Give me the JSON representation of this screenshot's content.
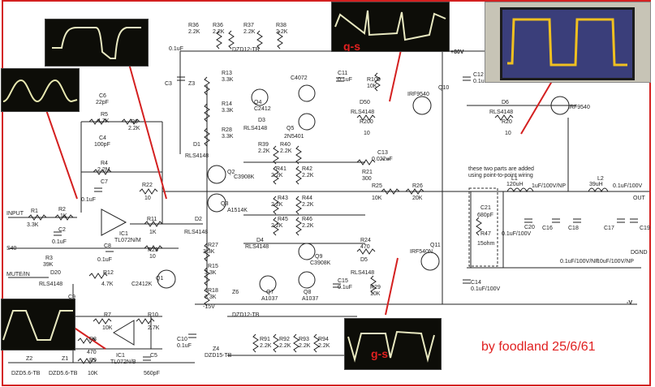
{
  "credit": "by foodland 25/6/61",
  "scope_labels": {
    "top_gs": "g-s",
    "bottom_gs": "g-s"
  },
  "note_lines": [
    "these two parts are added",
    "using point-to-point wiring"
  ],
  "rails": {
    "pos": "+80V",
    "neg": "-V"
  },
  "io": {
    "input": "INPUT",
    "out": "OUT",
    "dgnd": "DGND",
    "s40": "S40",
    "mute": "MUTE/IN"
  },
  "labels": [
    {
      "id": "r36",
      "t": "R36"
    },
    {
      "id": "r36v",
      "t": "2.2K"
    },
    {
      "id": "r36b",
      "t": "R36"
    },
    {
      "id": "r36bv",
      "t": "2.2K"
    },
    {
      "id": "r37",
      "t": "R37"
    },
    {
      "id": "r37v",
      "t": "2.2K"
    },
    {
      "id": "r38",
      "t": "R38"
    },
    {
      "id": "r38v",
      "t": "2.2K"
    },
    {
      "id": "dz1",
      "t": "DZD12-TB"
    },
    {
      "id": "c01",
      "t": "0.1uF"
    },
    {
      "id": "c3",
      "t": "C3"
    },
    {
      "id": "z3",
      "t": "Z3"
    },
    {
      "id": "r13",
      "t": "R13"
    },
    {
      "id": "r13v",
      "t": "3.3K"
    },
    {
      "id": "r14",
      "t": "R14"
    },
    {
      "id": "r14v",
      "t": "3.3K"
    },
    {
      "id": "r28",
      "t": "R28"
    },
    {
      "id": "r28v",
      "t": "3.3K"
    },
    {
      "id": "q4",
      "t": "Q4"
    },
    {
      "id": "q4v",
      "t": "C2412"
    },
    {
      "id": "d3",
      "t": "D3"
    },
    {
      "id": "d3v",
      "t": "RLS4148"
    },
    {
      "id": "q5",
      "t": "Q5"
    },
    {
      "id": "q5v",
      "t": "2N5401"
    },
    {
      "id": "q6",
      "t": "C4072"
    },
    {
      "id": "c11",
      "t": "C11"
    },
    {
      "id": "c11v",
      "t": "0.1uF"
    },
    {
      "id": "r100",
      "t": "R100"
    },
    {
      "id": "r100v",
      "t": "10K"
    },
    {
      "id": "d50",
      "t": "D50"
    },
    {
      "id": "d50v",
      "t": "RLS4148"
    },
    {
      "id": "r200",
      "t": "R200"
    },
    {
      "id": "r200v",
      "t": "10"
    },
    {
      "id": "q10",
      "t": "IRF9540"
    },
    {
      "id": "q10n",
      "t": "Q10"
    },
    {
      "id": "c12",
      "t": "C12"
    },
    {
      "id": "c12v",
      "t": "0.1u"
    },
    {
      "id": "d6",
      "t": "D6"
    },
    {
      "id": "d6v",
      "t": "RLS4148"
    },
    {
      "id": "r20",
      "t": "R20"
    },
    {
      "id": "r20v",
      "t": "10"
    },
    {
      "id": "q12",
      "t": "IRF9540"
    },
    {
      "id": "d1",
      "t": "D1"
    },
    {
      "id": "d1v",
      "t": "RLS4148"
    },
    {
      "id": "r39",
      "t": "R39"
    },
    {
      "id": "r39v",
      "t": "2.2K"
    },
    {
      "id": "r40",
      "t": "R40"
    },
    {
      "id": "r40v",
      "t": "2.2K"
    },
    {
      "id": "r41",
      "t": "R41"
    },
    {
      "id": "r41v",
      "t": "2.2K"
    },
    {
      "id": "r42",
      "t": "R42"
    },
    {
      "id": "r42v",
      "t": "2.2K"
    },
    {
      "id": "q2",
      "t": "Q2"
    },
    {
      "id": "q2v",
      "t": "C3908K"
    },
    {
      "id": "q3",
      "t": "Q3"
    },
    {
      "id": "q3v",
      "t": "A1514K"
    },
    {
      "id": "c13",
      "t": "C13"
    },
    {
      "id": "c13v",
      "t": "0.022uF"
    },
    {
      "id": "r21",
      "t": "R21"
    },
    {
      "id": "r21v",
      "t": "300"
    },
    {
      "id": "r25",
      "t": "R25"
    },
    {
      "id": "r25v",
      "t": "10K"
    },
    {
      "id": "r26",
      "t": "R26"
    },
    {
      "id": "r26v",
      "t": "20K"
    },
    {
      "id": "c6",
      "t": "C6"
    },
    {
      "id": "c6v",
      "t": "22pF"
    },
    {
      "id": "r5",
      "t": "R5"
    },
    {
      "id": "r5v",
      "t": "4.7K"
    },
    {
      "id": "r6",
      "t": "R6"
    },
    {
      "id": "r6v",
      "t": "2.2K"
    },
    {
      "id": "c4",
      "t": "C4"
    },
    {
      "id": "c4v",
      "t": "100pF"
    },
    {
      "id": "r4",
      "t": "R4"
    },
    {
      "id": "r4v",
      "t": "2.2M"
    },
    {
      "id": "c7",
      "t": "C7"
    },
    {
      "id": "c7v",
      "t": "0.1uF"
    },
    {
      "id": "r22",
      "t": "R22"
    },
    {
      "id": "r22v",
      "t": "10"
    },
    {
      "id": "r1",
      "t": "R1"
    },
    {
      "id": "r1v",
      "t": "3.3K"
    },
    {
      "id": "r2",
      "t": "R2"
    },
    {
      "id": "r2v",
      "t": "1K"
    },
    {
      "id": "c2",
      "t": "C2"
    },
    {
      "id": "c2v",
      "t": "0.1uF"
    },
    {
      "id": "ic1",
      "t": "IC1"
    },
    {
      "id": "ic1v",
      "t": "TL072N/M"
    },
    {
      "id": "r11",
      "t": "R11"
    },
    {
      "id": "r11v",
      "t": "1K"
    },
    {
      "id": "d2",
      "t": "D2"
    },
    {
      "id": "d2v",
      "t": "RLS4148"
    },
    {
      "id": "c8",
      "t": "C8"
    },
    {
      "id": "c8v",
      "t": "0.1uF"
    },
    {
      "id": "r23",
      "t": "R23"
    },
    {
      "id": "r23v",
      "t": "10"
    },
    {
      "id": "r3",
      "t": "R3"
    },
    {
      "id": "r3v",
      "t": "39K"
    },
    {
      "id": "d20",
      "t": "D20"
    },
    {
      "id": "d20v",
      "t": "RLS4148"
    },
    {
      "id": "r12",
      "t": "R12"
    },
    {
      "id": "r12v",
      "t": "4.7K"
    },
    {
      "id": "q1",
      "t": "Q1"
    },
    {
      "id": "q1v",
      "t": "C2412K"
    },
    {
      "id": "c9",
      "t": "C9"
    },
    {
      "id": "c9v",
      "t": "uF"
    },
    {
      "id": "r7",
      "t": "R7"
    },
    {
      "id": "r7v",
      "t": "10K"
    },
    {
      "id": "r10",
      "t": "R10"
    },
    {
      "id": "r10v",
      "t": "2.7K"
    },
    {
      "id": "r8",
      "t": "R8"
    },
    {
      "id": "r8v",
      "t": "470"
    },
    {
      "id": "r9",
      "t": "R9"
    },
    {
      "id": "r9v",
      "t": "10K"
    },
    {
      "id": "ic1b",
      "t": "IC1"
    },
    {
      "id": "ic1bv",
      "t": "TL072N/B"
    },
    {
      "id": "c5",
      "t": "C5"
    },
    {
      "id": "c5v",
      "t": "560pF"
    },
    {
      "id": "z2",
      "t": "Z2"
    },
    {
      "id": "z2v",
      "t": "DZD5.6-TB"
    },
    {
      "id": "z1",
      "t": "Z1"
    },
    {
      "id": "z1v",
      "t": "DZD5.6-TB"
    },
    {
      "id": "r27",
      "t": "R27"
    },
    {
      "id": "r27v",
      "t": "3.3K"
    },
    {
      "id": "r15",
      "t": "R15"
    },
    {
      "id": "r15v",
      "t": "3.3K"
    },
    {
      "id": "r18",
      "t": "R18"
    },
    {
      "id": "r18v",
      "t": "3.3K"
    },
    {
      "id": "m15",
      "t": "-15V"
    },
    {
      "id": "d4",
      "t": "D4"
    },
    {
      "id": "d4v",
      "t": "RLS4148"
    },
    {
      "id": "q7",
      "t": "Q7"
    },
    {
      "id": "q7v",
      "t": "A1037"
    },
    {
      "id": "q8",
      "t": "Q8"
    },
    {
      "id": "q8v",
      "t": "A1037"
    },
    {
      "id": "q9",
      "t": "Q9"
    },
    {
      "id": "q9v",
      "t": "C3908K"
    },
    {
      "id": "z6",
      "t": "Z6"
    },
    {
      "id": "c15",
      "t": "C15"
    },
    {
      "id": "c15v",
      "t": "0.1uF"
    },
    {
      "id": "r29",
      "t": "R29"
    },
    {
      "id": "r29v",
      "t": "10K"
    },
    {
      "id": "d5",
      "t": "D5"
    },
    {
      "id": "d5v",
      "t": "RLS4148"
    },
    {
      "id": "r24",
      "t": "R24"
    },
    {
      "id": "r24v",
      "t": "470"
    },
    {
      "id": "q11",
      "t": "Q11"
    },
    {
      "id": "q11v",
      "t": "IRF540N"
    },
    {
      "id": "c14",
      "t": "C14"
    },
    {
      "id": "c14v",
      "t": "0.1uF/100V"
    },
    {
      "id": "r43",
      "t": "R43"
    },
    {
      "id": "r43v",
      "t": "2.2K"
    },
    {
      "id": "r44",
      "t": "R44"
    },
    {
      "id": "r44v",
      "t": "2.2K"
    },
    {
      "id": "r45",
      "t": "R45"
    },
    {
      "id": "r45v",
      "t": "2.2K"
    },
    {
      "id": "r46",
      "t": "R46"
    },
    {
      "id": "r46v",
      "t": "2.2K"
    },
    {
      "id": "dz2",
      "t": "DZD12-TB"
    },
    {
      "id": "c10",
      "t": "C10"
    },
    {
      "id": "c10v",
      "t": "0.1uF"
    },
    {
      "id": "z4",
      "t": "Z4"
    },
    {
      "id": "z4v",
      "t": "DZD15-TB"
    },
    {
      "id": "r91",
      "t": "R91"
    },
    {
      "id": "r91v",
      "t": "2.2K"
    },
    {
      "id": "r92",
      "t": "R92"
    },
    {
      "id": "r92v",
      "t": "2.2K"
    },
    {
      "id": "r93",
      "t": "R93"
    },
    {
      "id": "r93v",
      "t": "2.2K"
    },
    {
      "id": "r94",
      "t": "R94"
    },
    {
      "id": "r94v",
      "t": "2.2K"
    },
    {
      "id": "l1",
      "t": "L1"
    },
    {
      "id": "l1v",
      "t": "120uH"
    },
    {
      "id": "l2",
      "t": "L2"
    },
    {
      "id": "l2v",
      "t": "39uH"
    },
    {
      "id": "c21",
      "t": "C21"
    },
    {
      "id": "c21v",
      "t": "680pF"
    },
    {
      "id": "r47",
      "t": "R47"
    },
    {
      "id": "r47v",
      "t": "15ohm"
    },
    {
      "id": "c20",
      "t": "C20"
    },
    {
      "id": "c20v",
      "t": "0.1uF/100V"
    },
    {
      "id": "c16",
      "t": "C16"
    },
    {
      "id": "c18",
      "t": "C18"
    },
    {
      "id": "c17",
      "t": "C17"
    },
    {
      "id": "c19",
      "t": "C19"
    },
    {
      "id": "cap1",
      "t": "1uF/100V/NP"
    },
    {
      "id": "cap2",
      "t": "0.1uF/100V"
    },
    {
      "id": "cap3",
      "t": "0.1uF/100V/NP"
    },
    {
      "id": "cap4",
      "t": "10uF/100V/NP"
    }
  ]
}
